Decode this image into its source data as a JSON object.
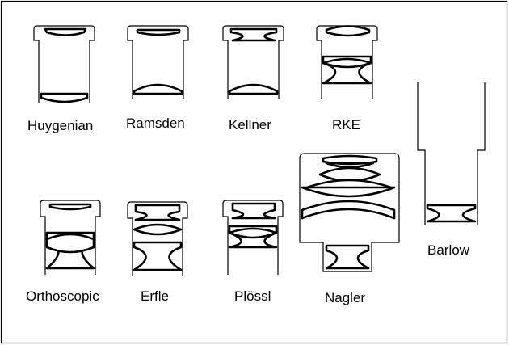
{
  "eyepieces": [
    {
      "id": "huygenian",
      "label": "Huygenian"
    },
    {
      "id": "ramsden",
      "label": "Ramsden"
    },
    {
      "id": "kellner",
      "label": "Kellner"
    },
    {
      "id": "rke",
      "label": "RKE"
    },
    {
      "id": "orthoscopic",
      "label": "Orthoscopic"
    },
    {
      "id": "erfle",
      "label": "Erfle"
    },
    {
      "id": "plossl",
      "label": "Plössl"
    },
    {
      "id": "nagler",
      "label": "Nagler"
    },
    {
      "id": "barlow",
      "label": "Barlow"
    }
  ]
}
